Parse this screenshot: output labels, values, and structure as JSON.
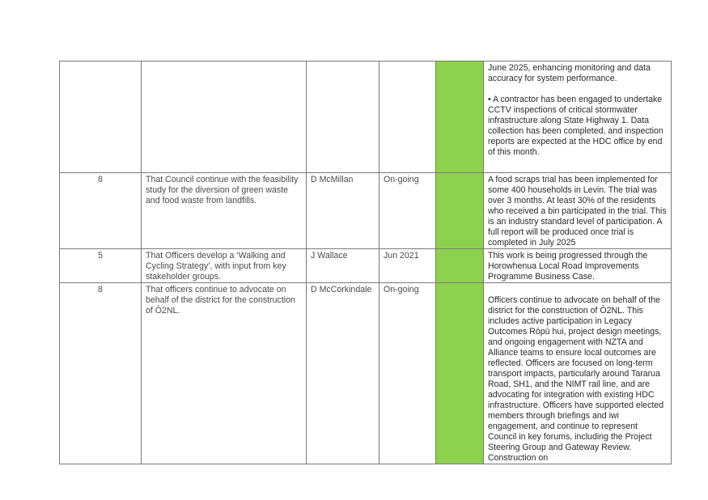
{
  "colors": {
    "status_green": "#8dd14e",
    "border": "#7a7a7a",
    "text": "#4a4a4a"
  },
  "rows": [
    {
      "number": "",
      "resolution": "",
      "officer": "",
      "timeframe": "",
      "progress_parts": [
        "June 2025, enhancing monitoring and data accuracy for system performance.",
        "• A contractor has been engaged to undertake CCTV inspections of critical stormwater infrastructure along State Highway 1. Data collection has been completed, and inspection reports are expected at the HDC office by end of this month."
      ]
    },
    {
      "number": "8",
      "resolution": "That Council continue with the feasibility study for the diversion of green waste and food waste from landfills.",
      "officer": "D McMillan",
      "timeframe": "On-going",
      "progress_parts": [
        "A food scraps trial has been implemented for some 400 households in Levin. The trial was over 3 months. At least 30% of the residents who received a bin participated in the trial. This is an industry standard level of participation. A full report will be produced once trial is completed in July 2025"
      ]
    },
    {
      "number": "5",
      "resolution": "That Officers develop a ‘Walking and Cycling Strategy’, with input from key stakeholder groups.",
      "officer": "J Wallace",
      "timeframe": "Jun 2021",
      "progress_parts": [
        "This work is being progressed through the Horowhenua Local Road Improvements Programme Business Case."
      ]
    },
    {
      "number": "8",
      "resolution": "That officers continue to advocate on behalf of the district for the construction of Ō2NL.",
      "officer": "D McCorkindale",
      "timeframe": "On-going",
      "progress_parts": [
        "Officers continue to advocate on behalf of the district for the construction of Ō2NL. This includes active participation in Legacy Outcomes Rōpū hui, project design meetings, and ongoing engagement with NZTA and Alliance teams to ensure local outcomes are reflected. Officers are focused on long-term transport impacts, particularly around Tararua Road, SH1, and the NIMT rail line, and are advocating for integration with existing HDC infrastructure. Officers have supported elected members through briefings and iwi engagement, and continue to represent Council in key forums, including the Project Steering Group and Gateway Review. Construction on"
      ]
    }
  ]
}
